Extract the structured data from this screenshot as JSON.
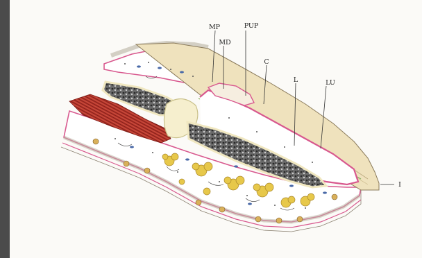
{
  "labels": {
    "MP": "MP",
    "MD": "MD",
    "PUP": "PUP",
    "C": "C",
    "L": "L",
    "LU": "LU",
    "I": "I"
  },
  "colors": {
    "background_frame": "#4b4b4b",
    "sheet": "#fbfaf7",
    "dermis_pink": "#d8588e",
    "horn": "#eee0b8",
    "bone": "#4a4a4a",
    "muscle": "#b8312a",
    "fat": "#e7c84a",
    "leader_line": "#333333"
  }
}
